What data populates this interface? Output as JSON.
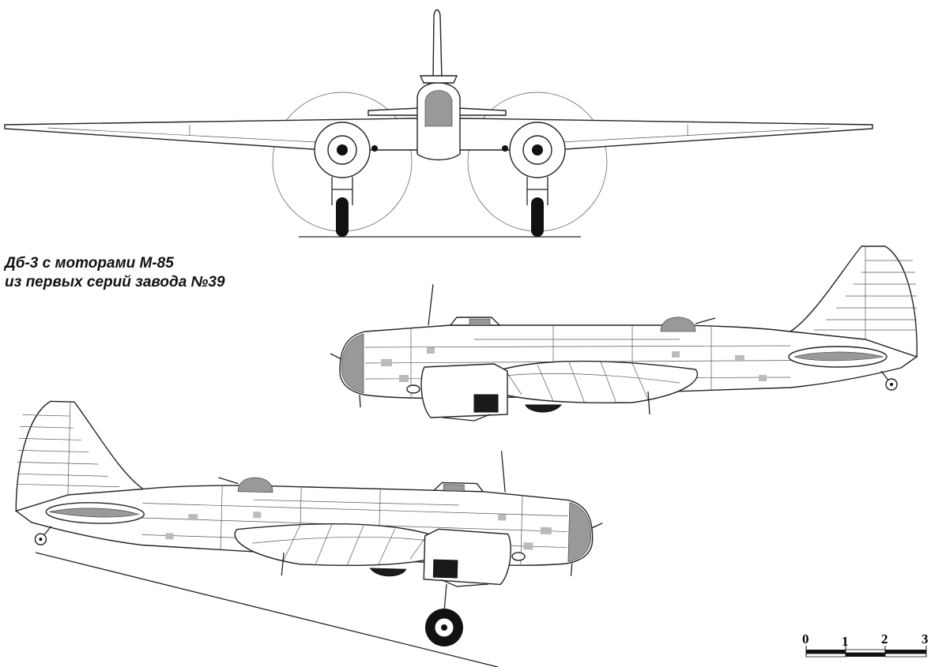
{
  "caption": {
    "line1": "Дб-3 с моторами М-85",
    "line2": "из первых серий завода №39"
  },
  "scale_bar": {
    "labels": [
      "0",
      "1",
      "2",
      "3"
    ],
    "unit_segments": 3
  }
}
